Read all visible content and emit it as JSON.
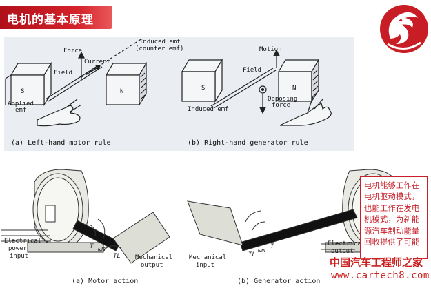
{
  "slide": {
    "title": "电机的基本原理",
    "note": "电机能够工作在电机驱动模式，也能工作在发电机模式，为新能源汽车制动能量回收提供了可能"
  },
  "top_figure": {
    "left_caption": "(a)  Left-hand  motor  rule",
    "right_caption": "(b)  Right-hand  generator  rule",
    "labels": {
      "force": "Force",
      "current": "Current",
      "field_left": "Field",
      "applied": "Applied",
      "emf": "emf",
      "s_left": "S",
      "n_left": "N",
      "induced_emf_top": "Induced emf",
      "counter_emf": "(counter emf)",
      "motion": "Motion",
      "field_right": "Field",
      "s_right": "S",
      "n_right": "N",
      "opposing": "Opposing",
      "force_opp": "force",
      "induced_emf_bottom": "Induced emf"
    }
  },
  "bottom_figure": {
    "left_caption": "(a) Motor action",
    "right_caption": "(b) Generator action",
    "labels": {
      "electrical_power_input": [
        "Electrical",
        "power",
        "input"
      ],
      "mechanical_output": [
        "Mechanical",
        "output"
      ],
      "mechanical_input": [
        "Mechanical",
        "input"
      ],
      "electrical_output": [
        "Electrical",
        "output"
      ],
      "t": "T",
      "wm": "ωm",
      "tl": "TL"
    }
  },
  "watermark": {
    "chinese": "中国汽车工程师之家",
    "url": "www.cartech8.com"
  },
  "colors": {
    "title_red": "#c8202a",
    "logo_red": "#c81d25",
    "figure_bg": "#eaeef3"
  }
}
